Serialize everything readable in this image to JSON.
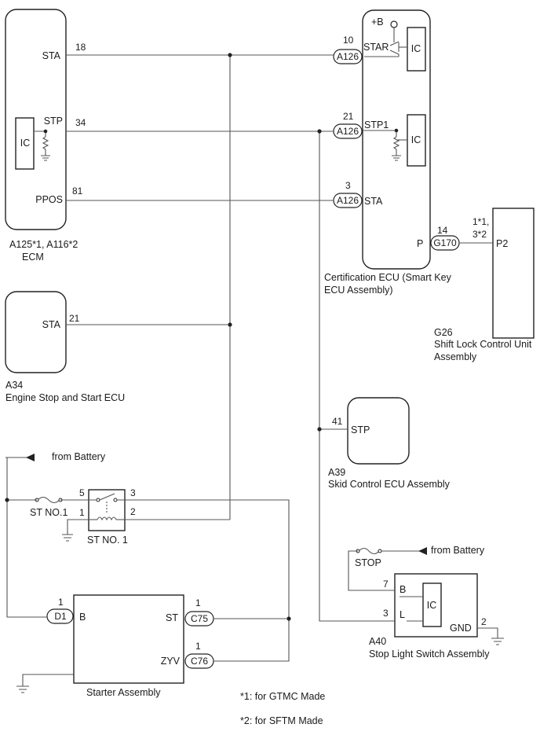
{
  "ecm": {
    "codes": "A125*1, A116*2",
    "name": "ECM",
    "pin_sta": "STA",
    "pin_sta_no": "18",
    "pin_stp": "STP",
    "pin_stp_no": "34",
    "pin_ppos": "PPOS",
    "pin_ppos_no": "81",
    "ic": "IC"
  },
  "cert_ecu": {
    "name_line1": "Certification ECU (Smart Key",
    "name_line2": "ECU Assembly)",
    "plus_b": "+B",
    "pin_star": "STAR",
    "pin_star_no": "10",
    "pin_stp1": "STP1",
    "pin_stp1_no": "21",
    "pin_sta": "STA",
    "pin_sta_no": "3",
    "pin_p": "P",
    "pin_p_no": "14",
    "ic": "IC",
    "connector": "A126",
    "connector_p": "G170"
  },
  "shift_lock": {
    "code": "G26",
    "name_line1": "Shift Lock Control Unit",
    "name_line2": "Assembly",
    "pin_note1": "1*1,",
    "pin_note2": "3*2",
    "pin": "P2"
  },
  "eng_stop": {
    "code": "A34",
    "name": "Engine Stop and Start ECU",
    "pin": "STA",
    "pin_no": "21"
  },
  "skid": {
    "code": "A39",
    "name": "Skid Control ECU Assembly",
    "pin": "STP",
    "pin_no": "41"
  },
  "relay": {
    "fuse": "ST NO.1",
    "name": "ST NO. 1",
    "pin5": "5",
    "pin3": "3",
    "pin1": "1",
    "pin2": "2",
    "from": "from Battery"
  },
  "starter": {
    "name": "Starter Assembly",
    "pin_b": "B",
    "pin_b_no": "1",
    "conn_b": "D1",
    "pin_st": "ST",
    "pin_st_no": "1",
    "conn_st": "C75",
    "pin_zyv": "ZYV",
    "pin_zyv_no": "1",
    "conn_zyv": "C76"
  },
  "stop_light": {
    "code": "A40",
    "name": "Stop Light Switch Assembly",
    "fuse": "STOP",
    "from": "from Battery",
    "pin_b": "B",
    "pin_b_no": "7",
    "pin_l": "L",
    "pin_l_no": "3",
    "pin_gnd": "GND",
    "pin_gnd_no": "2",
    "ic": "IC"
  },
  "notes": {
    "n1": "*1: for GTMC Made",
    "n2": "*2: for SFTM Made"
  }
}
